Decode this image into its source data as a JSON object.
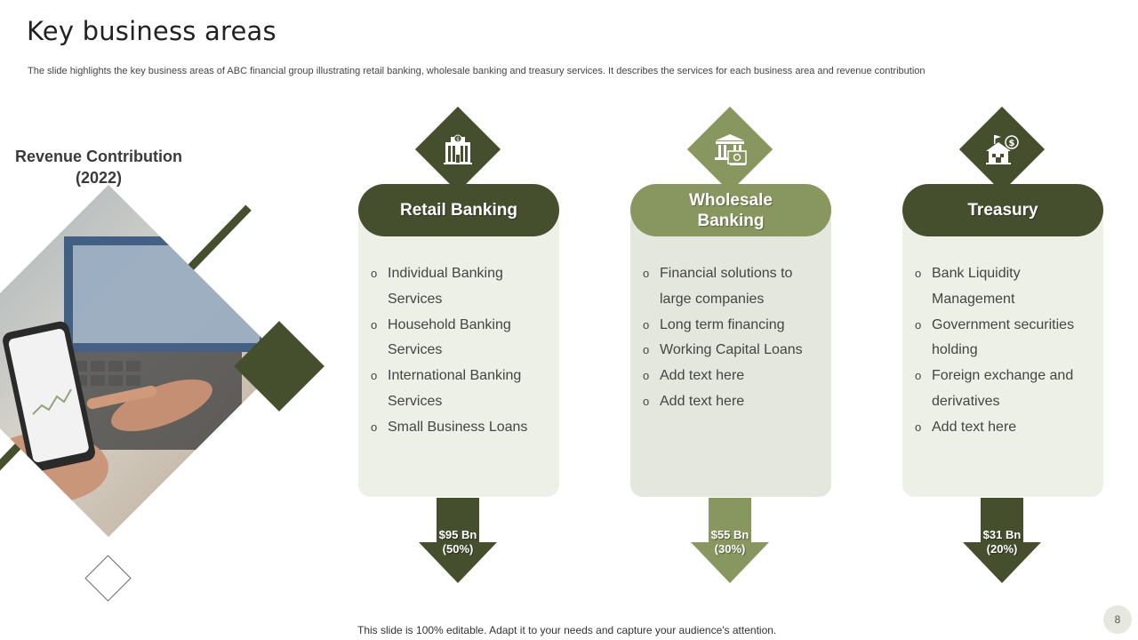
{
  "title": "Key business areas",
  "subtitle": "The slide highlights the key business areas of ABC financial group illustrating retail banking, wholesale banking and treasury services. It describes the services for each business area and revenue contribution",
  "revenue_heading": "Revenue Contribution (2022)",
  "colors": {
    "dark_green": "#454f2e",
    "light_green": "#88975f",
    "card_bg": "#edf0e7"
  },
  "columns": [
    {
      "name": "Retail Banking",
      "icon": "office-building-icon",
      "bullets": [
        "Individual Banking Services",
        "Household Banking Services",
        "International Banking Services",
        "Small Business Loans"
      ],
      "revenue": "$95 Bn",
      "share": "(50%)"
    },
    {
      "name": "Wholesale Banking",
      "icon": "bank-with-money-icon",
      "bullets": [
        "Financial solutions to large companies",
        "Long term financing",
        "Working Capital Loans",
        "Add text here",
        "Add text here"
      ],
      "revenue": "$55 Bn",
      "share": "(30%)"
    },
    {
      "name": "Treasury",
      "icon": "house-dollar-icon",
      "bullets": [
        "Bank Liquidity Management",
        "Government securities holding",
        "Foreign exchange and derivatives",
        "Add text here"
      ],
      "revenue": "$31 Bn",
      "share": "(20%)"
    }
  ],
  "bullet_symbol": "o",
  "footer": "This slide is 100% editable. Adapt it to your needs and capture your audience's attention.",
  "page_number": "8"
}
